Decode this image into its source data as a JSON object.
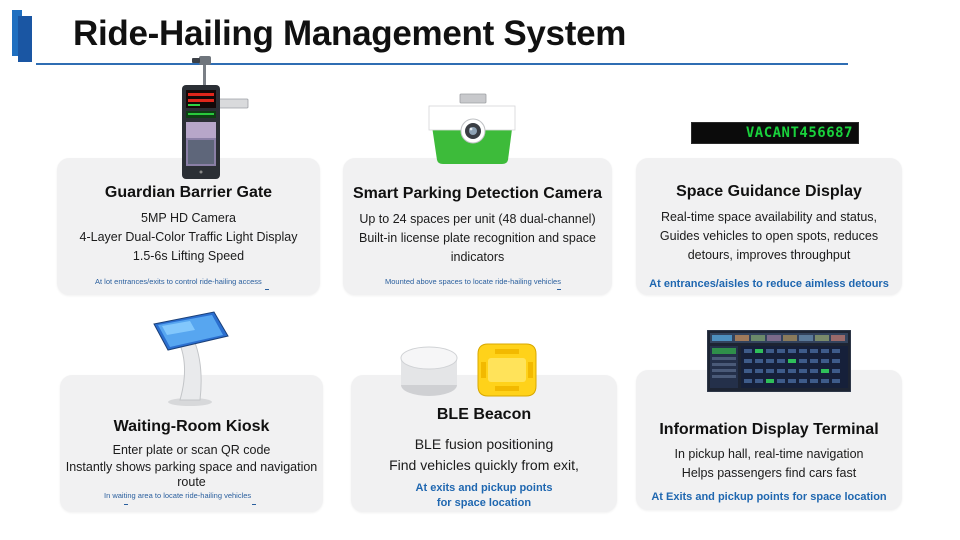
{
  "header": {
    "title": "Ride-Hailing Management System"
  },
  "cards": [
    {
      "title": "Guardian Barrier Gate",
      "lines": [
        "5MP HD Camera",
        "4-Layer Dual-Color Traffic Light Display",
        "1.5-6s Lifting Speed"
      ],
      "note": "At lot entrances/exits to control ride-hailing access"
    },
    {
      "title": "Smart Parking Detection Camera",
      "lines": [
        "Up to 24 spaces per unit (48 dual-channel)",
        "Built-in license plate recognition and space",
        "indicators"
      ],
      "note": "Mounted above spaces to locate ride-hailing vehicles"
    },
    {
      "title": "Space Guidance Display",
      "lines": [
        "Real-time space availability and status,",
        "Guides vehicles to open spots, reduces",
        "detours, improves throughput"
      ],
      "note": "At entrances/aisles to reduce aimless detours"
    },
    {
      "title": "Waiting-Room Kiosk",
      "lines": [
        "Enter plate or scan QR code",
        "Instantly shows parking space and navigation",
        "route"
      ],
      "note": "In waiting area to locate ride-hailing vehicles"
    },
    {
      "title": "BLE Beacon",
      "lines": [
        "BLE fusion positioning",
        "Find vehicles quickly from exit,"
      ],
      "note_lines": [
        "At exits and pickup points",
        "for space location"
      ]
    },
    {
      "title": "Information Display Terminal",
      "lines": [
        "In pickup hall, real-time navigation",
        "Helps passengers find cars fast"
      ],
      "note": "At Exits and pickup points for space location"
    }
  ],
  "led_display": {
    "text": "VACANT456687",
    "color": "#19d23c"
  }
}
